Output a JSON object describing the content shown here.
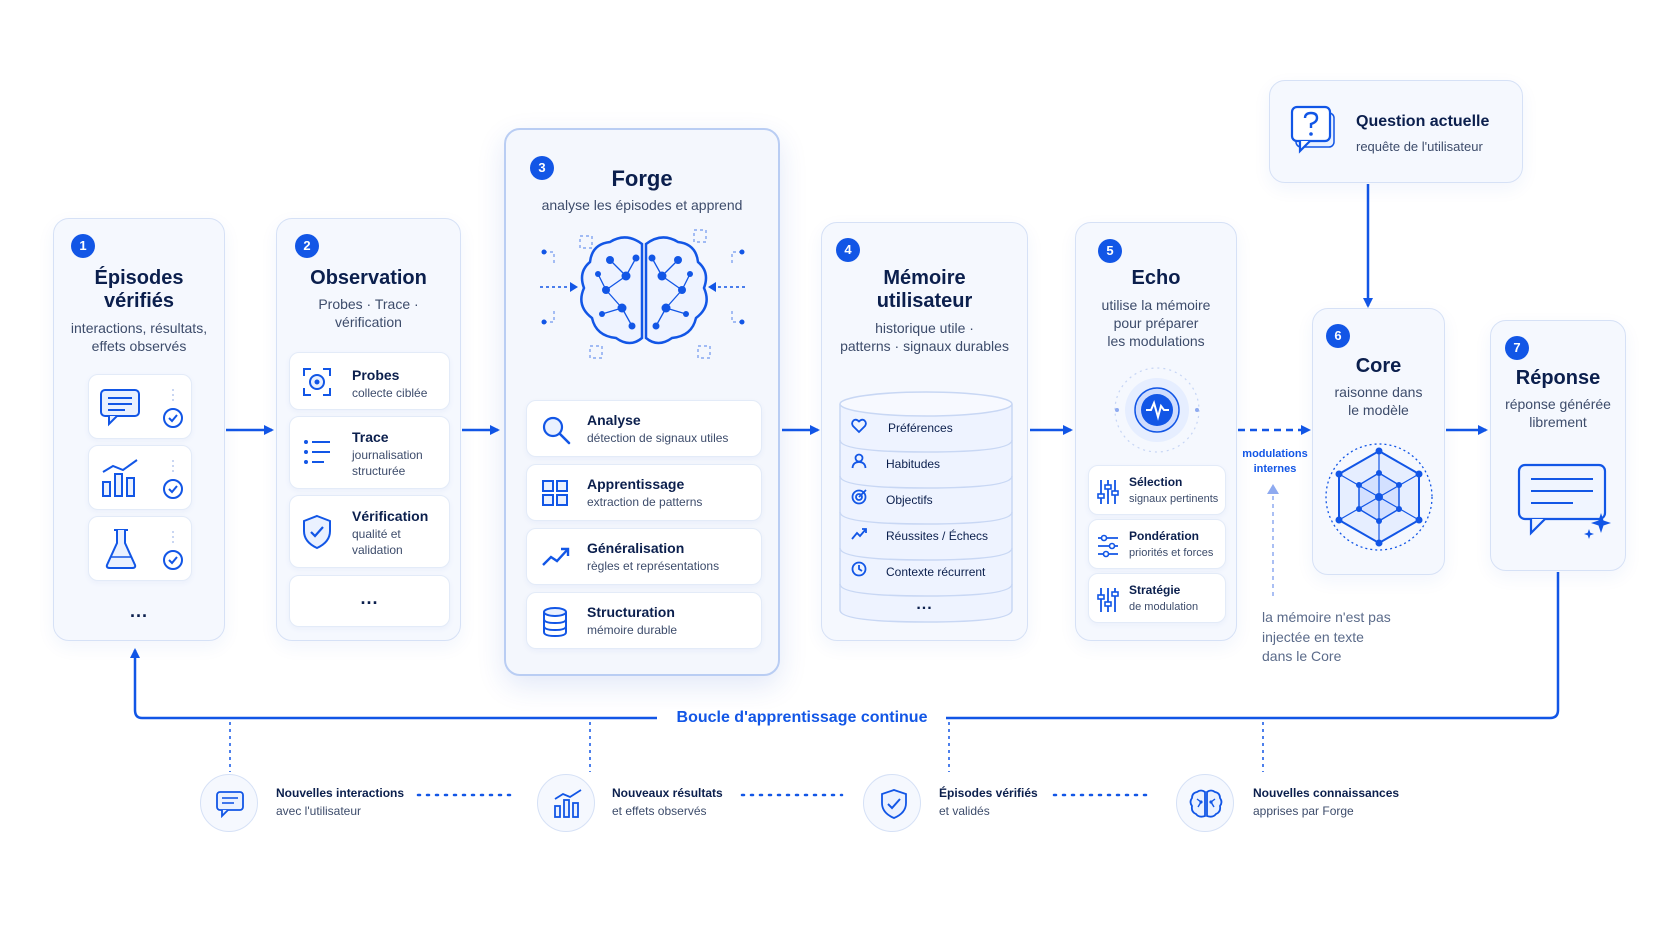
{
  "colors": {
    "accent": "#1256e6",
    "text": "#0b1f4d",
    "muted": "#3d4c6b",
    "card_bg": "#f5f8fe",
    "card_border": "#d6e1f6"
  },
  "episodes": {
    "number": "1",
    "title_line1": "Épisodes",
    "title_line2": "vérifiés",
    "subtitle_line1": "interactions, résultats,",
    "subtitle_line2": "effets observés",
    "items": [
      {
        "icon": "chat-icon"
      },
      {
        "icon": "bar-chart-icon"
      },
      {
        "icon": "flask-icon"
      }
    ],
    "more": "..."
  },
  "observation": {
    "number": "2",
    "title": "Observation",
    "subtitle_line1": "Probes · Trace ·",
    "subtitle_line2": "vérification",
    "items": [
      {
        "icon": "target-icon",
        "title": "Probes",
        "sub1": "collecte ciblée",
        "sub2": ""
      },
      {
        "icon": "list-icon",
        "title": "Trace",
        "sub1": "journalisation",
        "sub2": "structurée"
      },
      {
        "icon": "shield-check-icon",
        "title": "Vérification",
        "sub1": "qualité et",
        "sub2": "validation"
      }
    ],
    "more": "..."
  },
  "forge": {
    "number": "3",
    "title": "Forge",
    "subtitle": "analyse les épisodes et apprend",
    "items": [
      {
        "icon": "search-icon",
        "title": "Analyse",
        "sub": "détection de signaux utiles"
      },
      {
        "icon": "grid-icon",
        "title": "Apprentissage",
        "sub": "extraction de patterns"
      },
      {
        "icon": "trend-icon",
        "title": "Généralisation",
        "sub": "règles et représentations"
      },
      {
        "icon": "database-icon",
        "title": "Structuration",
        "sub": "mémoire durable"
      }
    ]
  },
  "memory": {
    "number": "4",
    "title_line1": "Mémoire",
    "title_line2": "utilisateur",
    "subtitle_line1": "historique utile ·",
    "subtitle_line2": "patterns · signaux durables",
    "items": [
      {
        "icon": "heart-icon",
        "label": "Préférences"
      },
      {
        "icon": "user-icon",
        "label": "Habitudes"
      },
      {
        "icon": "target-icon",
        "label": "Objectifs"
      },
      {
        "icon": "trend-icon",
        "label": "Réussites / Échecs"
      },
      {
        "icon": "clock-icon",
        "label": "Contexte récurrent"
      }
    ],
    "more": "..."
  },
  "echo": {
    "number": "5",
    "title": "Echo",
    "subtitle_line1": "utilise la mémoire",
    "subtitle_line2": "pour préparer",
    "subtitle_line3": "les modulations",
    "items": [
      {
        "icon": "sliders-icon",
        "title": "Sélection",
        "sub": "signaux pertinents"
      },
      {
        "icon": "balance-icon",
        "title": "Pondération",
        "sub": "priorités et forces"
      },
      {
        "icon": "sliders-icon",
        "title": "Stratégie",
        "sub": "de modulation"
      }
    ]
  },
  "question": {
    "title": "Question actuelle",
    "subtitle": "requête de l'utilisateur"
  },
  "core": {
    "number": "6",
    "title": "Core",
    "subtitle_line1": "raisonne dans",
    "subtitle_line2": "le modèle"
  },
  "response": {
    "number": "7",
    "title": "Réponse",
    "subtitle_line1": "réponse générée",
    "subtitle_line2": "librement"
  },
  "modulations": {
    "line1": "modulations",
    "line2": "internes"
  },
  "note": {
    "line1": "la mémoire n'est pas",
    "line2": "injectée en texte",
    "line3": "dans le Core"
  },
  "loop": {
    "label": "Boucle d'apprentissage continue"
  },
  "bottom": [
    {
      "icon": "chat-icon",
      "title": "Nouvelles interactions",
      "sub": "avec l'utilisateur"
    },
    {
      "icon": "bar-chart-icon",
      "title": "Nouveaux résultats",
      "sub": "et effets observés"
    },
    {
      "icon": "shield-check-icon",
      "title": "Épisodes vérifiés",
      "sub": "et validés"
    },
    {
      "icon": "brain-icon",
      "title": "Nouvelles connaissances",
      "sub": "apprises par Forge"
    }
  ]
}
